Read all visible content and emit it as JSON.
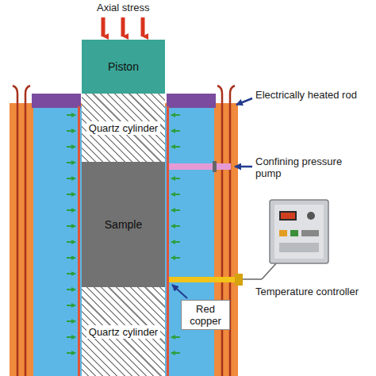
{
  "diagram": {
    "nodes": [
      {
        "text": [
          "Piston"
        ]
      },
      {
        "text": [
          "Quartz cylinder"
        ]
      },
      {
        "text": [
          "Sample"
        ]
      },
      {
        "text": [
          "Quartz cylinder"
        ]
      },
      {
        "text": [
          "Red copper"
        ]
      }
    ],
    "labels": [
      "Axial stress",
      "Electrically heated rod",
      "Confining pressure pump",
      "Temperature controller"
    ]
  }
}
